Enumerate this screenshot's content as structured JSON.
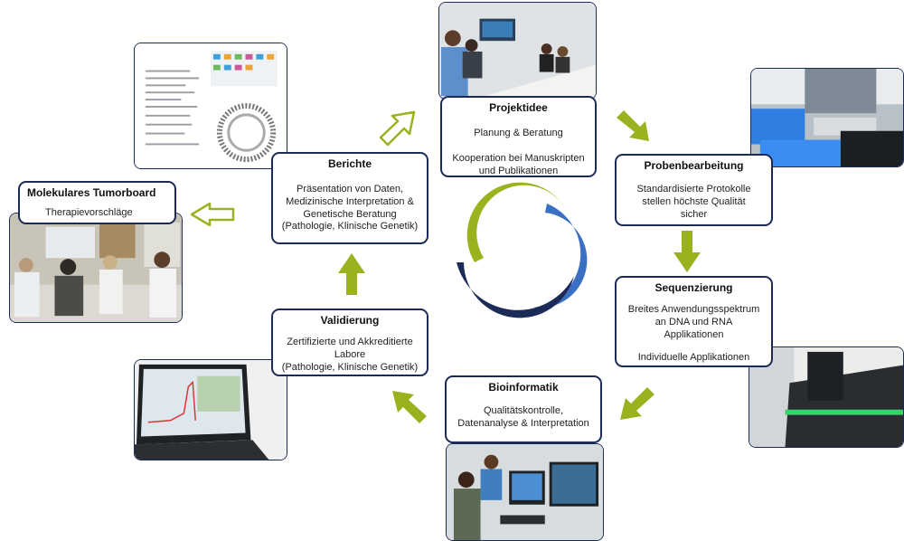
{
  "colors": {
    "navy": "#1c2a57",
    "lime": "#9bb21f",
    "blue": "#3b6fc4"
  },
  "nodes": {
    "projektidee": {
      "title": "Projektidee",
      "line1": "Planung & Beratung",
      "line2": "Kooperation bei Manuskripten",
      "line3": "und Publikationen"
    },
    "probenbearbeitung": {
      "title": "Probenbearbeitung",
      "line1": "Standardisierte Protokolle",
      "line2": "stellen höchste Qualität",
      "line3": "sicher"
    },
    "sequenzierung": {
      "title": "Sequenzierung",
      "line1": "Breites Anwendungsspektrum",
      "line2": "an DNA und RNA",
      "line3": "Applikationen",
      "line4": "Individuelle  Applikationen"
    },
    "bioinformatik": {
      "title": "Bioinformatik",
      "line1": "Qualitätskontrolle,",
      "line2": "Datenanalyse & Interpretation"
    },
    "validierung": {
      "title": "Validierung",
      "line1": "Zertifizierte und Akkreditierte",
      "line2": "Labore",
      "line3": "(Pathologie, Klinische Genetik)"
    },
    "berichte": {
      "title": "Berichte",
      "line1": "Präsentation von Daten,",
      "line2": "Medizinische Interpretation  &",
      "line3": "Genetische Beratung",
      "line4": "(Pathologie, Klinische Genetik)"
    },
    "tumorboard": {
      "title": "Molekulares Tumorboard",
      "line1": "Therapievorschläge"
    }
  },
  "photos": {
    "meeting": "meeting-room-photo",
    "lab": "lab-pipetting-photo",
    "sequencer": "sequencer-photo",
    "bioinfo": "bioinformatics-workstation-photo",
    "laptop": "laptop-qpcr-photo",
    "report": "report-document-photo",
    "board": "tumorboard-meeting-photo"
  }
}
